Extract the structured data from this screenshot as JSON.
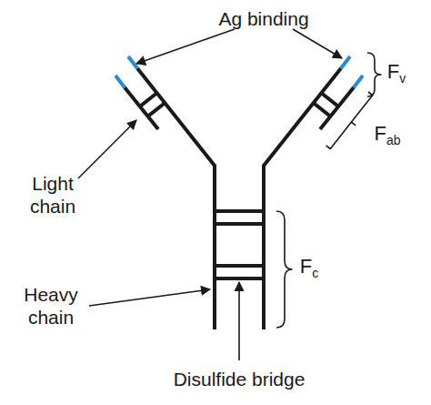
{
  "diagram": {
    "labels": [
      "Ag binding",
      "Fv",
      "Fab",
      "Light chain",
      "Heavy chain",
      "Fc",
      "Disulfide bridge"
    ]
  }
}
